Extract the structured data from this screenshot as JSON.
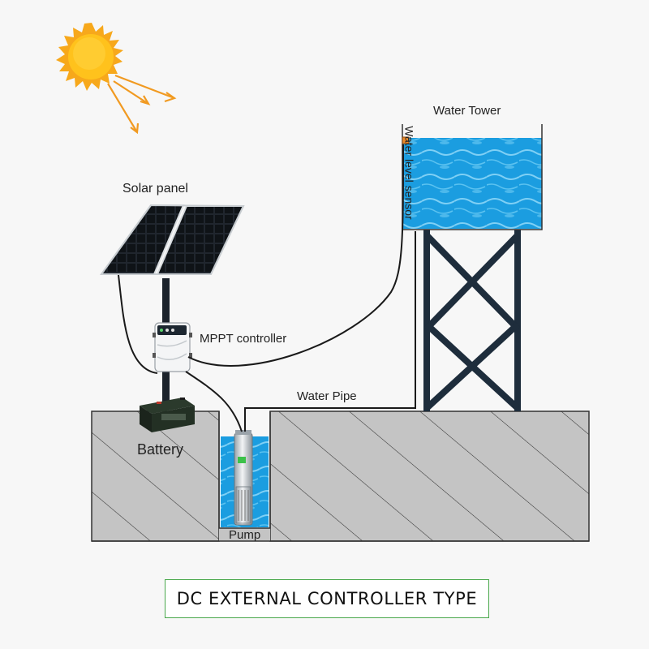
{
  "labels": {
    "solar_panel": "Solar panel",
    "mppt_controller": "MPPT controller",
    "battery": "Battery",
    "pump": "Pump",
    "water_pipe": "Water Pipe",
    "water_tower": "Water Tower",
    "water_level_sensor": "Water  level sensor"
  },
  "footer": {
    "title": "DC EXTERNAL CONTROLLER TYPE"
  },
  "colors": {
    "background": "#f7f7f7",
    "ground": "#c4c4c4",
    "water": "#1b9de0",
    "sun": "#f7a81b",
    "tower_frame": "#1e2d3c",
    "title_border": "#49a84b"
  },
  "icons": [
    "sun-icon",
    "solar-panel-icon",
    "mppt-controller-icon",
    "battery-icon",
    "pump-icon",
    "water-tower-icon"
  ]
}
